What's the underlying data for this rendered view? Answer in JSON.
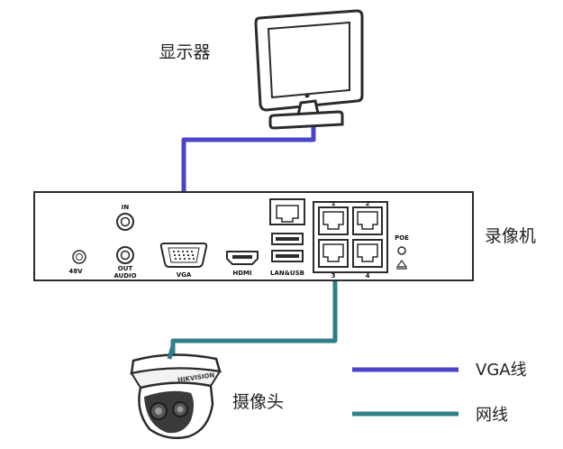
{
  "labels": {
    "monitor": "显示器",
    "recorder": "录像机",
    "camera": "摄像头"
  },
  "ports": {
    "in": "IN",
    "out": "OUT",
    "audio": "AUDIO",
    "power": "48V",
    "vga": "VGA",
    "hdmi": "HDMI",
    "lan_usb": "LAN&USB",
    "poe": "POE",
    "poe_port_1": "1",
    "poe_port_2": "2",
    "poe_port_3": "3",
    "poe_port_4": "4"
  },
  "camera_brand": "HIKVISION",
  "legend": {
    "vga_label": "VGA线",
    "net_label": "网线"
  },
  "colors": {
    "vga_cable": "#4a44c8",
    "net_cable": "#2f7f8a",
    "outline": "#2b2b2b"
  }
}
